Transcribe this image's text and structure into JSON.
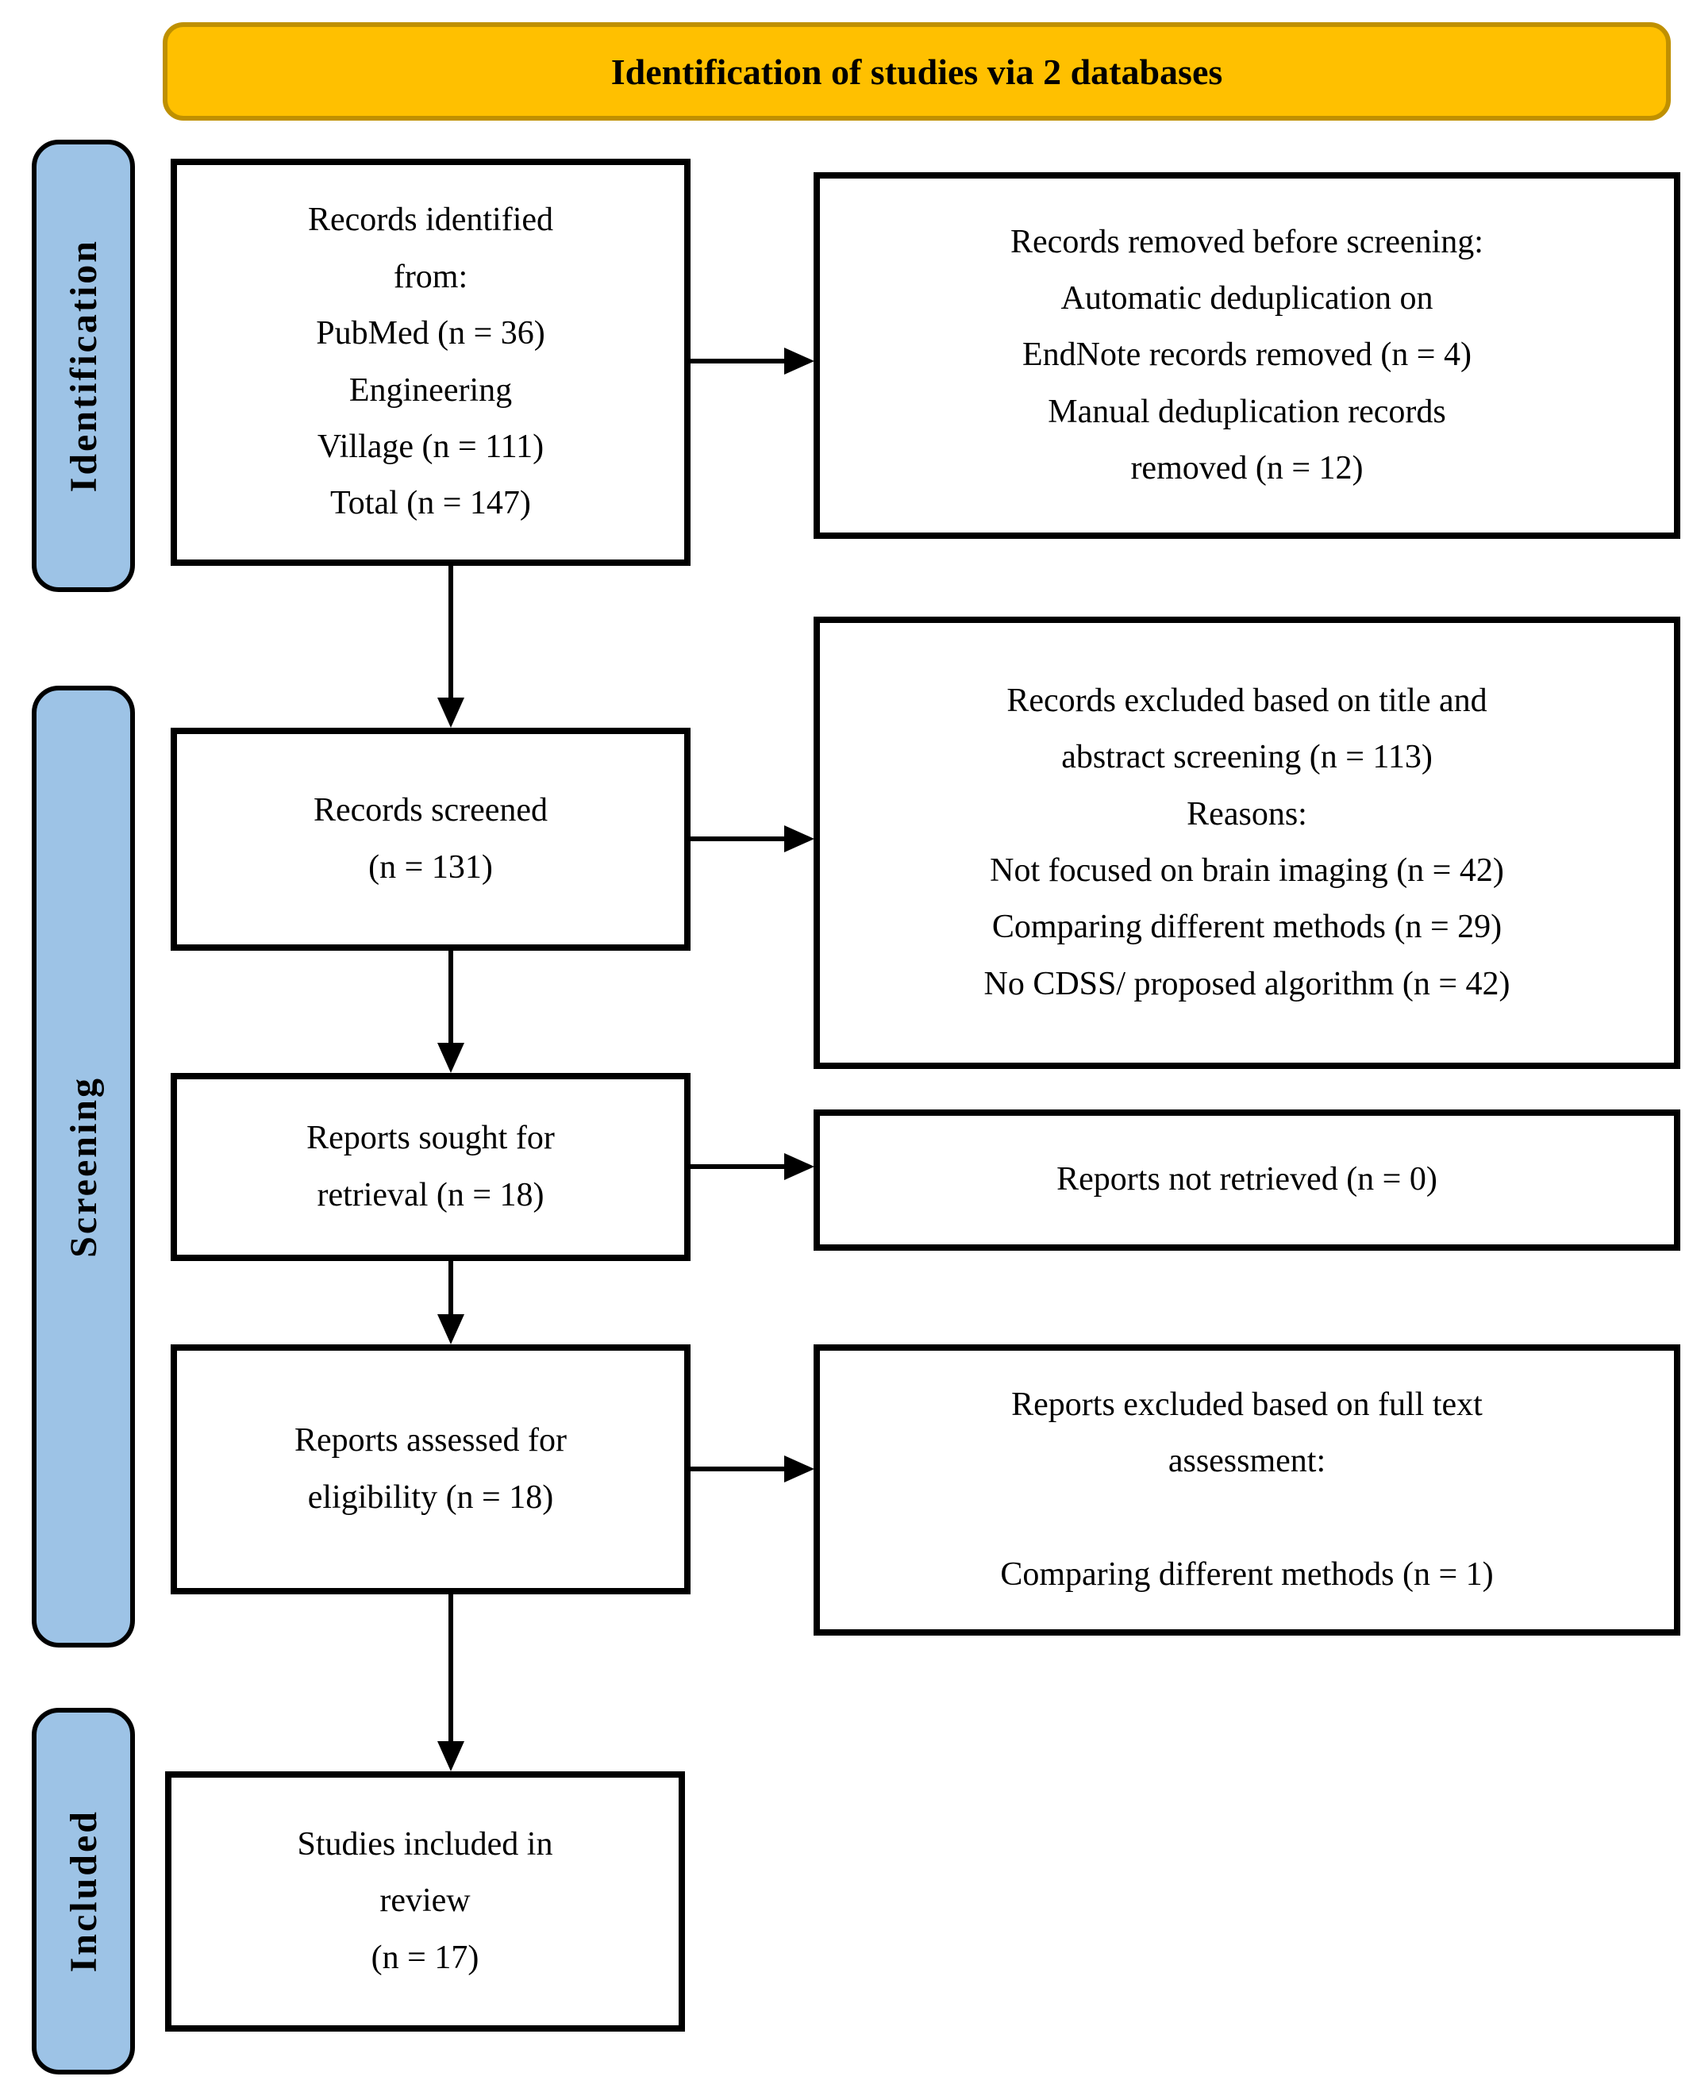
{
  "banner": {
    "label": "Identification of studies via 2 databases"
  },
  "sidebar": {
    "identification_label": "Identification",
    "screening_label": "Screening",
    "included_label": "Included"
  },
  "flow": {
    "records_identified": "Records identified\nfrom:\nPubMed (n = 36)\nEngineering\nVillage (n = 111)\nTotal (n = 147)",
    "records_removed": "Records removed before screening:\nAutomatic deduplication on\nEndNote records removed (n = 4)\nManual deduplication records\nremoved (n = 12)",
    "records_screened": "Records screened\n(n = 131)",
    "records_excluded": "Records excluded based on title and\nabstract screening (n = 113)\nReasons:\nNot focused on brain imaging (n = 42)\nComparing different methods (n = 29)\nNo CDSS/ proposed algorithm (n = 42)",
    "reports_sought": "Reports sought for\nretrieval (n = 18)",
    "reports_not_retrieved": "Reports not retrieved (n = 0)",
    "reports_assessed": "Reports assessed for\neligibility (n = 18)",
    "reports_excluded_full_text": "Reports excluded based on full text\nassessment:\n\nComparing different methods (n = 1)",
    "studies_included": "Studies included in\nreview\n(n = 17)"
  },
  "colors": {
    "banner_fill": "#FFC000",
    "banner_border": "#BF9000",
    "sidebar_fill": "#9DC3E6",
    "box_border": "#000000",
    "arrow": "#000000"
  }
}
